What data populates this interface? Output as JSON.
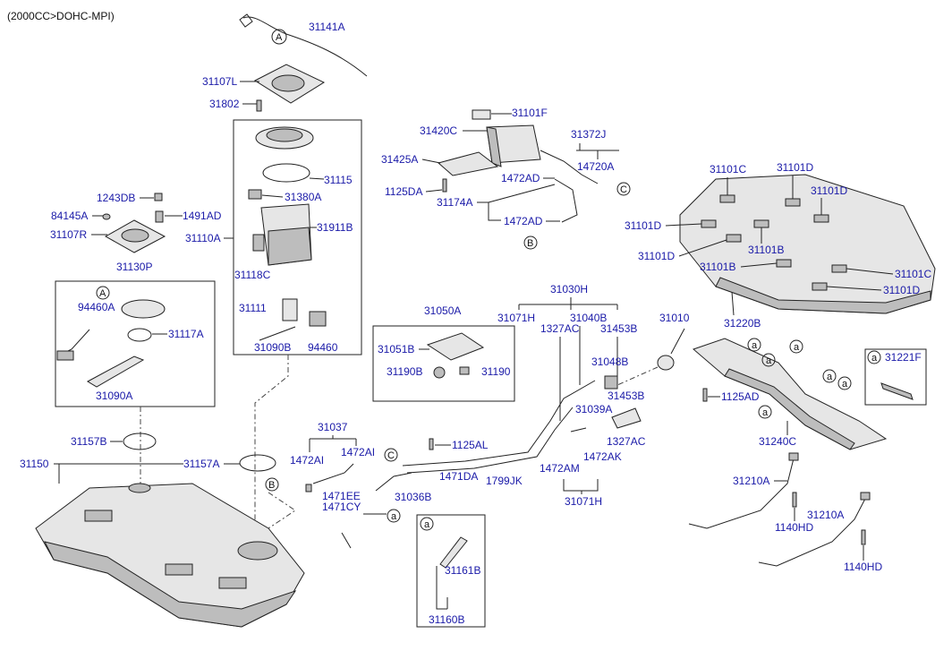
{
  "header": "(2000CC>DOHC-MPI)",
  "labels": {
    "l31141A": "31141A",
    "l31107L": "31107L",
    "l31802": "31802",
    "l31115": "31115",
    "l31380A": "31380A",
    "l31911B": "31911B",
    "l31110A": "31110A",
    "l31118C": "31118C",
    "l31111": "31111",
    "l31090B": "31090B",
    "l94460": "94460",
    "l1243DB": "1243DB",
    "l84145A": "84145A",
    "l1491AD": "1491AD",
    "l31107R": "31107R",
    "l31130P": "31130P",
    "l94460A": "94460A",
    "l31117A": "31117A",
    "l31090A": "31090A",
    "l31157B": "31157B",
    "l31150": "31150",
    "l31157A": "31157A",
    "l31101F": "31101F",
    "l31420C": "31420C",
    "l31372J": "31372J",
    "l31425A": "31425A",
    "l14720A": "14720A",
    "l1472AD_1": "1472AD",
    "l1125DA": "1125DA",
    "l31174A": "31174A",
    "l1472AD_2": "1472AD",
    "l31101C": "31101C",
    "l31101D_1": "31101D",
    "l31101D_2": "31101D",
    "l31101D_3": "31101D",
    "l31101D_4": "31101D",
    "l31101B_1": "31101B",
    "l31101B_2": "31101B",
    "l31101C_2": "31101C",
    "l31101D_5": "31101D",
    "l31220B": "31220B",
    "l31030H": "31030H",
    "l31071H_1": "31071H",
    "l31040B": "31040B",
    "l1327AC_1": "1327AC",
    "l31453B_1": "31453B",
    "l31010": "31010",
    "l31050A": "31050A",
    "l31051B": "31051B",
    "l31190B": "31190B",
    "l31190": "31190",
    "l31048B": "31048B",
    "l31453B_2": "31453B",
    "l31039A": "31039A",
    "l1327AC_2": "1327AC",
    "l1472AK": "1472AK",
    "l1472AM": "1472AM",
    "l31071H_2": "31071H",
    "l1125AL": "1125AL",
    "l1471DA": "1471DA",
    "l1799JK": "1799JK",
    "l31036B": "31036B",
    "l31037": "31037",
    "l1472AI_1": "1472AI",
    "l1472AI_2": "1472AI",
    "l1471EE": "1471EE",
    "l1471CY": "1471CY",
    "l31161B": "31161B",
    "l31160B": "31160B",
    "l1125AD": "1125AD",
    "l31240C": "31240C",
    "l31221F": "31221F",
    "l31210A_1": "31210A",
    "l1140HD_1": "1140HD",
    "l31210A_2": "31210A",
    "l1140HD_2": "1140HD"
  },
  "callouts": {
    "a": "a",
    "A": "A",
    "B": "B",
    "C": "C"
  },
  "colors": {
    "label_blue": "#1a1aa8",
    "line": "#222222",
    "part_fill": "#e6e6e6",
    "part_shade": "#bdbdbd"
  }
}
